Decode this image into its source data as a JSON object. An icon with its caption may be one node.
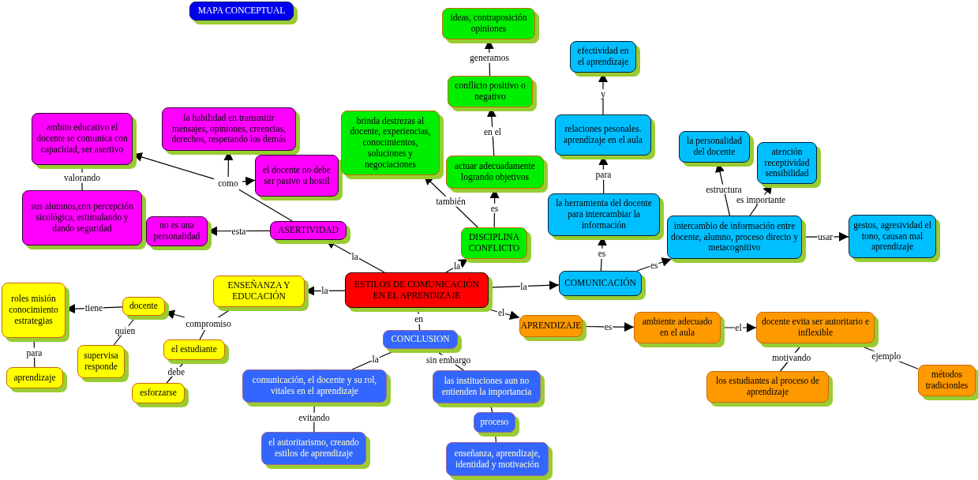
{
  "diagram": {
    "nodes": [
      {
        "text": [
          "MAPA CONCEPTUAL"
        ]
      },
      {
        "text": [
          "ambito educativo el docente se comunica con capacidad, ser asertivo"
        ]
      },
      {
        "text": [
          "la habilidad en transmitir mensajes, opiniones, creencias, derechos, respetando los demás"
        ]
      },
      {
        "text": [
          "el docente no debe ser pasivo u hostil"
        ]
      },
      {
        "text": [
          "sus alumnos,con percepción sicológica, estimulando y dando seguridad"
        ]
      },
      {
        "text": [
          "no es una personalidad"
        ]
      },
      {
        "text": [
          "ASERTIVIDAD"
        ]
      },
      {
        "text": [
          "como"
        ]
      },
      {
        "text": [
          "ideas, contraposición opiniones"
        ]
      },
      {
        "text": [
          "conflicto positivo o negativo"
        ]
      },
      {
        "text": [
          "brinda destrezas al docente, experiencias, conocimientos, soluciones y negociaciones"
        ]
      },
      {
        "text": [
          "actuar adecuadamente logrando objetivos"
        ]
      },
      {
        "text": [
          "DISCIPLINA CONFLICTO"
        ]
      },
      {
        "text": [
          "efectividad en el aprendizaje"
        ]
      },
      {
        "text": [
          "relaciones pesonales. aprendizaje en el aula"
        ]
      },
      {
        "text": [
          "la herramienta del docente para intercambiar la información"
        ]
      },
      {
        "text": [
          "la personalidad del docente"
        ]
      },
      {
        "text": [
          "atención receptividad sensibilidad"
        ]
      },
      {
        "text": [
          "intercambio de información entre docente, alumno, proceso directo y metacognitivo"
        ]
      },
      {
        "text": [
          "gestos, agresividad el tono, causan mal aprendizaje"
        ]
      },
      {
        "text": [
          "ESTILOS DE COMUNICACIÓN EN EL APRENDIZAJE"
        ]
      },
      {
        "text": [
          "COMUNICACIÓN"
        ]
      },
      {
        "text": [
          "ENSEÑANZA Y EDUCACIÓN"
        ]
      },
      {
        "text": [
          "roles misión conocimiento estrategias"
        ]
      },
      {
        "text": [
          "docente"
        ]
      },
      {
        "text": [
          "compromiso"
        ]
      },
      {
        "text": [
          "supervisa responde"
        ]
      },
      {
        "text": [
          "el estudiante"
        ]
      },
      {
        "text": [
          "aprendizaje"
        ]
      },
      {
        "text": [
          "esforzarse"
        ]
      },
      {
        "text": [
          "APRENDIZAJE"
        ]
      },
      {
        "text": [
          "ambiente adecuado en el aula"
        ]
      },
      {
        "text": [
          "docente evita ser autoritario e inflexible"
        ]
      },
      {
        "text": [
          "los estudiantes al proceso de aprendizaje"
        ]
      },
      {
        "text": [
          "métodos tradicionles"
        ]
      },
      {
        "text": [
          "CONCLUSION"
        ]
      },
      {
        "text": [
          "comunicación, el docente y su rol, vitales en el aprendizaje"
        ]
      },
      {
        "text": [
          "las instituciones aun no entienden la importancia"
        ]
      },
      {
        "text": [
          "proceso"
        ]
      },
      {
        "text": [
          "el autoritarismo, creando estilos de aprendizaje"
        ]
      },
      {
        "text": [
          "enseñanza, aprendizaje, identidad y motivación"
        ]
      }
    ],
    "edges": [
      {
        "from": 6,
        "to": 7,
        "arrow": "none"
      },
      {
        "from": 7,
        "to": 1,
        "arrow": "to"
      },
      {
        "from": 7,
        "to": 2,
        "arrow": "to"
      },
      {
        "from": 7,
        "to": 3,
        "arrow": "to"
      },
      {
        "from": 6,
        "to": 5,
        "arrow": "to",
        "label": "esta"
      },
      {
        "from": 1,
        "to": 4,
        "arrow": "none",
        "label": "valorando"
      },
      {
        "from": 20,
        "to": 6,
        "arrow": "to",
        "label": "la"
      },
      {
        "from": 20,
        "to": 12,
        "arrow": "to",
        "label": "la"
      },
      {
        "from": 12,
        "to": 10,
        "arrow": "to",
        "label": "también"
      },
      {
        "from": 12,
        "to": 11,
        "arrow": "to",
        "label": "es"
      },
      {
        "from": 11,
        "to": 9,
        "arrow": "to",
        "label": "en el"
      },
      {
        "from": 9,
        "to": 8,
        "arrow": "to",
        "label": "generamos"
      },
      {
        "from": 20,
        "to": 22,
        "arrow": "to",
        "label": "la"
      },
      {
        "from": 20,
        "to": 21,
        "arrow": "to",
        "label": "la"
      },
      {
        "from": 21,
        "to": 15,
        "arrow": "to",
        "label": "es"
      },
      {
        "from": 15,
        "to": 14,
        "arrow": "to",
        "label": "para"
      },
      {
        "from": 14,
        "to": 13,
        "arrow": "to",
        "label": "y"
      },
      {
        "from": 21,
        "to": 18,
        "arrow": "to",
        "label": "es"
      },
      {
        "from": 18,
        "to": 16,
        "arrow": "to",
        "label": "estructura"
      },
      {
        "from": 18,
        "to": 17,
        "arrow": "to",
        "label": "es importante"
      },
      {
        "from": 18,
        "to": 19,
        "arrow": "to",
        "label": "usar"
      },
      {
        "from": 20,
        "to": 30,
        "arrow": "to",
        "label": "el"
      },
      {
        "from": 30,
        "to": 31,
        "arrow": "to",
        "label": "es"
      },
      {
        "from": 31,
        "to": 32,
        "arrow": "to",
        "label": "el"
      },
      {
        "from": 32,
        "to": 33,
        "arrow": "none",
        "label": "motivando"
      },
      {
        "from": 32,
        "to": 34,
        "arrow": "none",
        "label": "ejemplo"
      },
      {
        "from": 20,
        "to": 35,
        "arrow": "none",
        "label": "en"
      },
      {
        "from": 35,
        "to": 36,
        "arrow": "none",
        "label": "la"
      },
      {
        "from": 35,
        "to": 37,
        "arrow": "none",
        "label": "sin embargo"
      },
      {
        "from": 36,
        "to": 39,
        "arrow": "none",
        "label": "evitando"
      },
      {
        "from": 37,
        "to": 38,
        "arrow": "none"
      },
      {
        "from": 38,
        "to": 40,
        "arrow": "none"
      },
      {
        "from": 22,
        "to": 25,
        "arrow": "none"
      },
      {
        "from": 25,
        "to": 24,
        "arrow": "to"
      },
      {
        "from": 25,
        "to": 27,
        "arrow": "none"
      },
      {
        "from": 24,
        "to": 23,
        "arrow": "to",
        "label": "tiene"
      },
      {
        "from": 24,
        "to": 26,
        "arrow": "none",
        "label": "quien"
      },
      {
        "from": 23,
        "to": 28,
        "arrow": "none",
        "label": "para"
      },
      {
        "from": 27,
        "to": 29,
        "arrow": "none",
        "label": "debe"
      }
    ]
  }
}
